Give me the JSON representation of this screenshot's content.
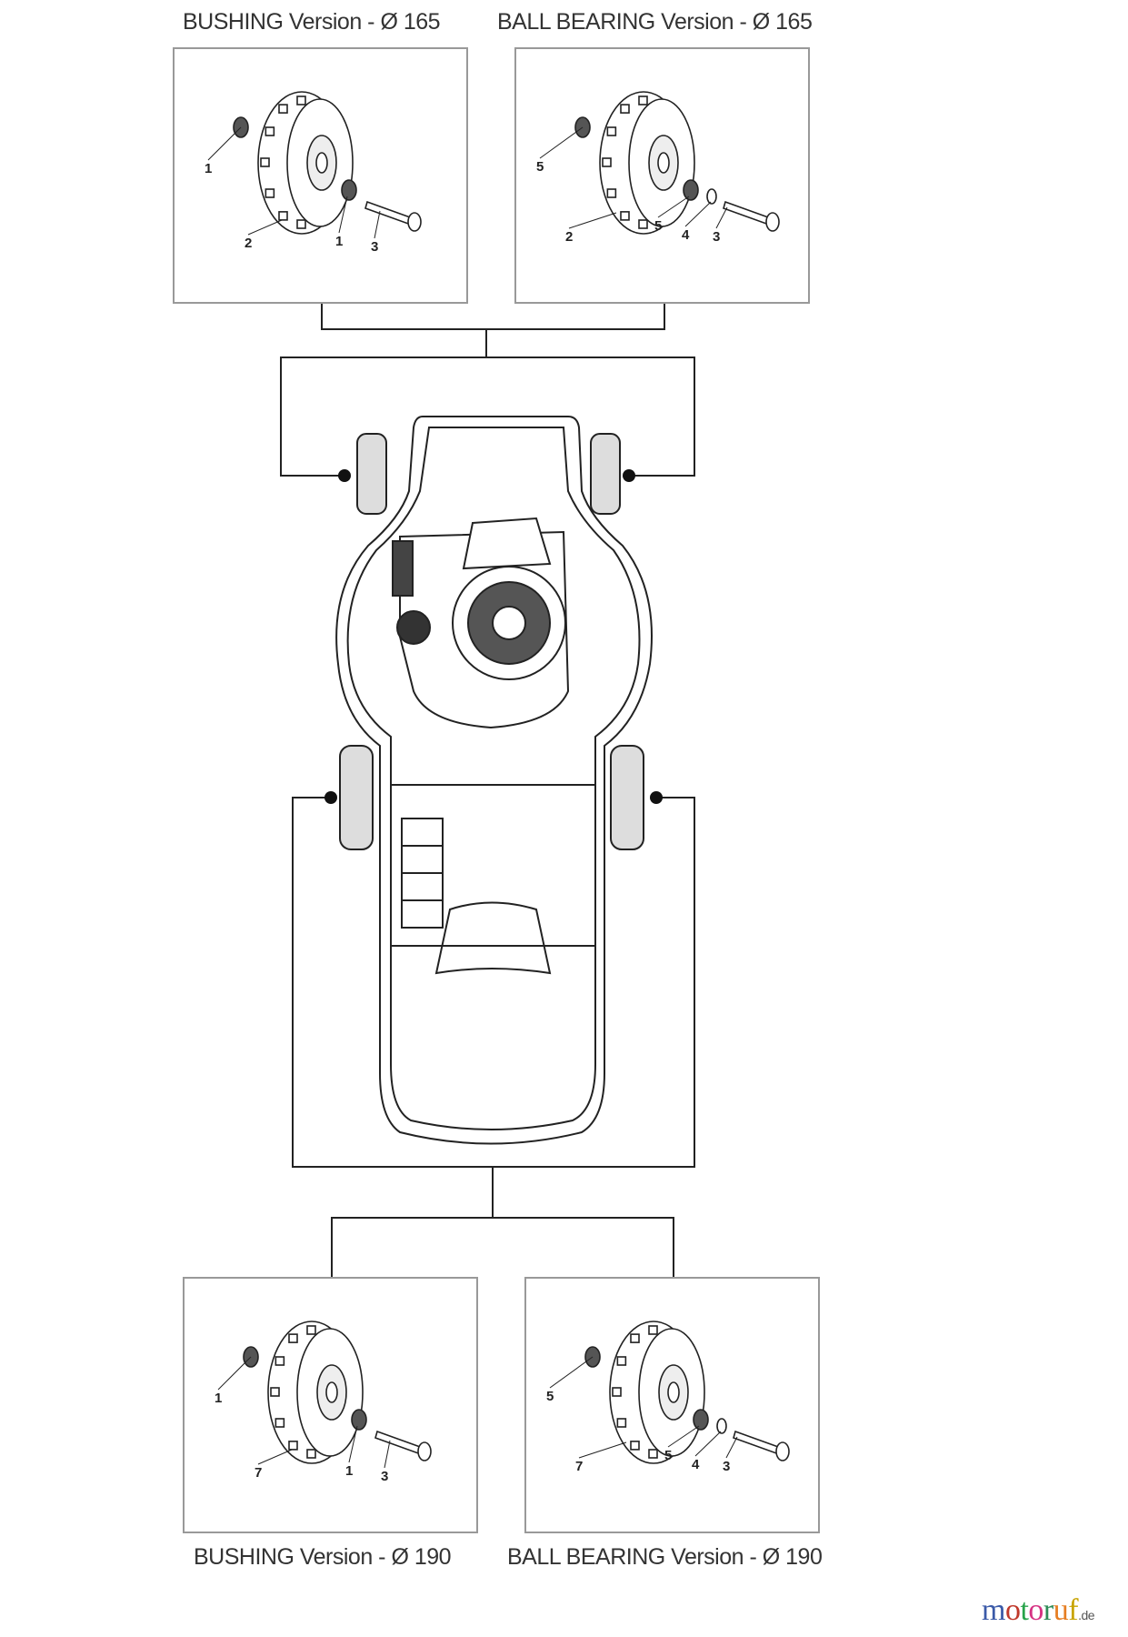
{
  "panels": [
    {
      "title": "BUSHING Version - Ø 165",
      "callouts": [
        "1",
        "2",
        "1",
        "3"
      ],
      "variant": "bushing"
    },
    {
      "title": "BALL BEARING Version - Ø 165",
      "callouts": [
        "5",
        "2",
        "5",
        "4",
        "3"
      ],
      "variant": "ball-bearing"
    },
    {
      "title": "BUSHING Version - Ø 190",
      "callouts": [
        "1",
        "7",
        "1",
        "3"
      ],
      "variant": "bushing"
    },
    {
      "title": "BALL BEARING Version - Ø 190",
      "callouts": [
        "5",
        "7",
        "5",
        "4",
        "3"
      ],
      "variant": "ball-bearing"
    }
  ],
  "logo": {
    "text": "motoruf",
    "suffix": ".de",
    "colors": [
      "#3b5aa8",
      "#c0392b",
      "#27a34a",
      "#d63384",
      "#2e8b57",
      "#e67e22",
      "#c8a400"
    ]
  }
}
